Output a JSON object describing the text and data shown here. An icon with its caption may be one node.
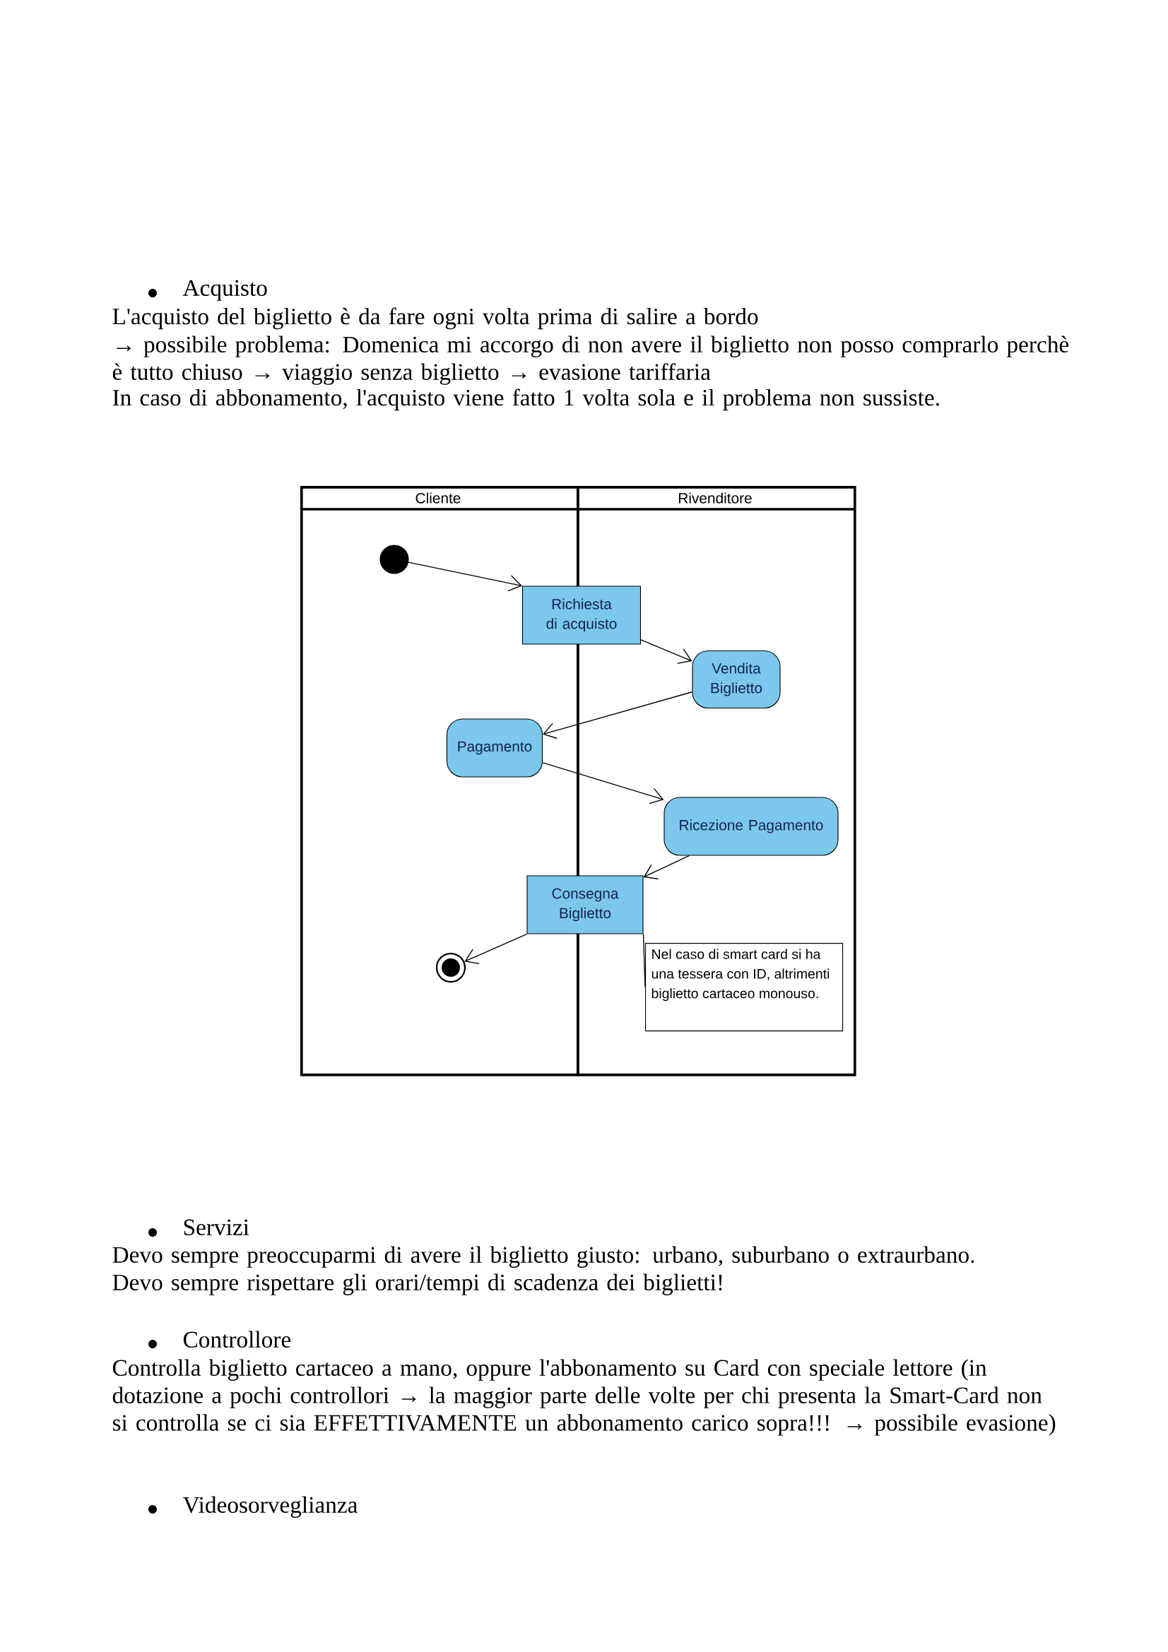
{
  "diagram": {
    "nodes": [
      {
        "text": [
          "Cliente"
        ]
      },
      {
        "text": [
          "Rivenditore"
        ]
      },
      {
        "text": [],
        "shape": "circle",
        "in": 0
      },
      {
        "text": [
          "Richiesta di acquisto"
        ]
      },
      {
        "text": [
          "Vendita Biglietto"
        ],
        "in": 1
      },
      {
        "text": [
          "Pagamento"
        ],
        "in": 0
      },
      {
        "text": [
          "Ricezione Pagamento"
        ],
        "in": 1
      },
      {
        "text": [
          "Consegna Biglietto"
        ]
      },
      {
        "text": [],
        "shape": "circle",
        "in": 0
      },
      {
        "text": [
          "Nel caso di smart card si ha una tessera con ID, altrimenti biglietto cartaceo monouso."
        ],
        "in": 1
      }
    ],
    "edges": [
      {
        "from": 2,
        "to": 3,
        "arrow": "to"
      },
      {
        "from": 3,
        "to": 4,
        "arrow": "to"
      },
      {
        "from": 4,
        "to": 5,
        "arrow": "to"
      },
      {
        "from": 5,
        "to": 6,
        "arrow": "to"
      },
      {
        "from": 6,
        "to": 7,
        "arrow": "to"
      },
      {
        "from": 7,
        "to": 8,
        "arrow": "to"
      },
      {
        "from": 7,
        "to": 9,
        "arrow": "none"
      }
    ],
    "labels": [
      "Acquisto",
      "L'acquisto del biglietto è da fare ogni volta prima di salire a bordo",
      "→ possibile problema: Domenica mi accorgo di non avere il biglietto non posso comprarlo perchè è tutto chiuso → viaggio senza biglietto → evasione tariffaria",
      "In caso di abbonamento, l'acquisto viene fatto 1 volta sola e il problema non sussiste.",
      "Servizi",
      "Devo sempre preoccuparmi di avere il biglietto giusto: urbano, suburbano o extraurbano.",
      "Devo sempre rispettare gli orari/tempi di scadenza dei biglietti!",
      "Controllore",
      "Controlla biglietto cartaceo a mano, oppure l'abbonamento su Card con speciale lettore (in dotazione a pochi controllori → la maggior parte delle volte per chi presenta la Smart-Card non si controlla se ci sia EFFETTIVAMENTE un abbonamento carico sopra!!! → possibile evasione)",
      "Videosorveglianza"
    ]
  }
}
